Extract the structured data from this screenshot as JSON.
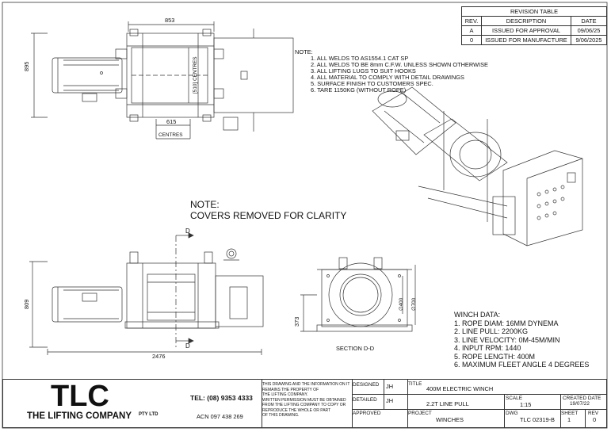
{
  "revision_table": {
    "title": "REVISION TABLE",
    "headers": [
      "REV.",
      "DESCRIPTION",
      "DATE"
    ],
    "rows": [
      {
        "rev": "A",
        "description": "ISSUED FOR APPROVAL",
        "date": "09/06/25"
      },
      {
        "rev": "0",
        "description": "ISSUED FOR MANUFACTURE",
        "date": "9/06/2025"
      }
    ]
  },
  "notes": {
    "title": "NOTE:",
    "items": [
      "1.  ALL WELDS TO AS1554.1 CAT SP",
      "2.  ALL WELDS TO BE 8mm C.F.W. UNLESS SHOWN OTHERWISE",
      "3.  ALL LIFTING LUGS TO SUIT HOOKS",
      "4.  ALL MATERIAL TO COMPLY WITH DETAIL DRAWINGS",
      "5.  SURFACE FINISH TO CUSTOMERS SPEC.",
      "6.  TARE 1150KG (WITHOUT ROPE)"
    ]
  },
  "covers_note": {
    "line1": "NOTE:",
    "line2": "COVERS REMOVED FOR CLARITY"
  },
  "dimensions": {
    "top_width": "853",
    "top_height": "895",
    "top_centres_vertical": "[510] CENTRES",
    "top_centres_horizontal_value": "615",
    "top_centres_horizontal_label": "CENTRES",
    "side_height": "809",
    "side_width": "2476",
    "section_height": "373",
    "section_dia_inner": "∅400",
    "section_dia_outer": "∅700"
  },
  "section_marker": {
    "letter": "D",
    "caption": "SECTION D-D"
  },
  "winch_data": {
    "title": "WINCH DATA:",
    "items": [
      "1.  ROPE DIAM: 16MM DYNEMA",
      "2.  LINE PULL: 2200KG",
      "3.  LINE VELOCITY: 0M-45M/MIN",
      "4.  INPUT RPM: 1440",
      "5.  ROPE LENGTH: 400M",
      "6.  MAXIMUM FLEET ANGLE 4 DEGREES"
    ]
  },
  "title_block": {
    "logo": "TLC",
    "company": "THE LIFTING COMPANY",
    "company_suffix": "PTY LTD",
    "phone": "TEL: (08) 9353 4333",
    "acn": "ACN 097 438 269",
    "disclaimer": [
      "THIS DRAWING AND THE INFORMATION ON IT",
      "REMAINS THE PROPERTY OF",
      "THE LIFTING COMPANY.",
      "WRITTEN PERMISSION MUST BE OBTAINED",
      "FROM THE LIFTING COMPANY TO COPY OR",
      "REPRODUCE THE WHOLE OR PART",
      "OF THIS DRAWING."
    ],
    "designed_label": "DESIGNED",
    "designed_value": "JH",
    "detailed_label": "DETAILED",
    "detailed_value": "JH",
    "approved_label": "APPROVED",
    "title_label": "TITLE",
    "title_line1": "400M ELECTRIC WINCH",
    "title_line2": "2.2T LINE PULL",
    "project_label": "PROJECT",
    "project_value": "WINCHES",
    "scale_label": "SCALE",
    "scale_value": "1:15",
    "created_label": "CREATED DATE",
    "created_value": "19/07/22",
    "dwg_label": "DWG",
    "dwg_value": "TLC 02319-B",
    "sheet_label": "SHEET",
    "sheet_value": "1",
    "rev_label": "REV",
    "rev_value": "0"
  }
}
